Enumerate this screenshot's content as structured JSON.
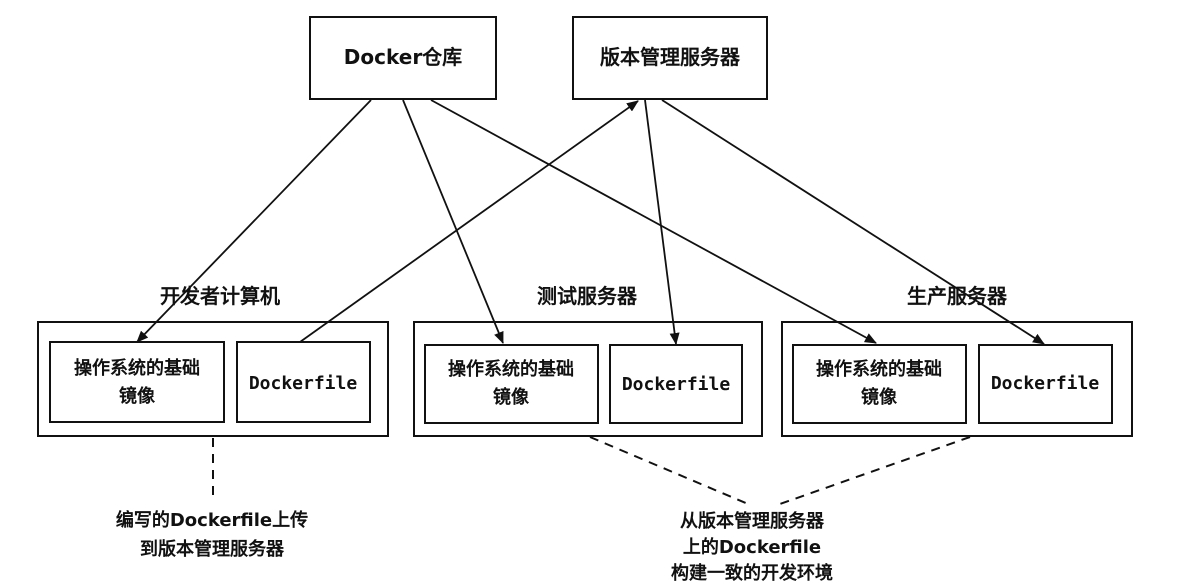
{
  "nodes": {
    "docker_repo": "Docker仓库",
    "vcs_server": "版本管理服务器"
  },
  "groups": [
    {
      "title": "开发者计算机",
      "base_image_line1": "操作系统的基础",
      "base_image_line2": "镜像",
      "dockerfile": "Dockerfile"
    },
    {
      "title": "测试服务器",
      "base_image_line1": "操作系统的基础",
      "base_image_line2": "镜像",
      "dockerfile": "Dockerfile"
    },
    {
      "title": "生产服务器",
      "base_image_line1": "操作系统的基础",
      "base_image_line2": "镜像",
      "dockerfile": "Dockerfile"
    }
  ],
  "notes": {
    "upload_line1": "编写的Dockerfile上传",
    "upload_line2": "到版本管理服务器",
    "consistent_line1": "从版本管理服务器",
    "consistent_line2": "上的Dockerfile",
    "consistent_line3": "构建一致的开发环境"
  }
}
